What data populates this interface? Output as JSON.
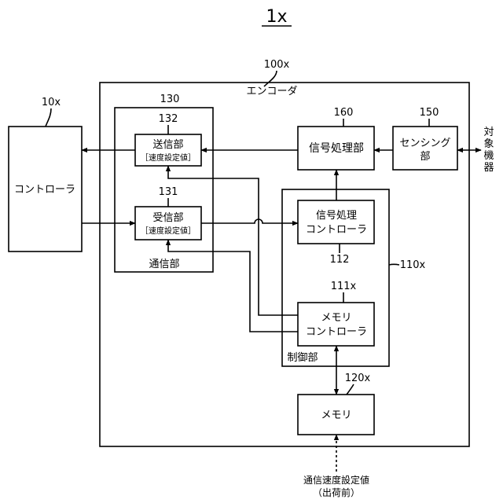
{
  "figure": {
    "label": "1x"
  },
  "labels": {
    "encoder_ref": "100x",
    "encoder_name": "エンコーダ",
    "controller_ref": "10x",
    "comm_ref": "130",
    "comm_name": "通信部",
    "tx_ref": "132",
    "rx_ref": "131",
    "signal_proc_ref": "160",
    "sensing_ref": "150",
    "control_ref": "110x",
    "control_name": "制御部",
    "sig_ctrl_ref": "112",
    "mem_ctrl_ref": "111x",
    "memory_ref": "120x"
  },
  "blocks": {
    "controller": "コントローラ",
    "tx_line1": "送信部",
    "tx_line2": "［速度設定値］",
    "rx_line1": "受信部",
    "rx_line2": "［速度設定値］",
    "signal_proc": "信号処理部",
    "sensing_line1": "センシング",
    "sensing_line2": "部",
    "target_chars": [
      "対",
      "象",
      "機",
      "器"
    ],
    "sig_ctrl_line1": "信号処理",
    "sig_ctrl_line2": "コントローラ",
    "mem_ctrl_line1": "メモリ",
    "mem_ctrl_line2": "コントローラ",
    "memory": "メモリ"
  },
  "bottom": {
    "line1": "通信速度設定値",
    "line2": "（出荷前）"
  }
}
